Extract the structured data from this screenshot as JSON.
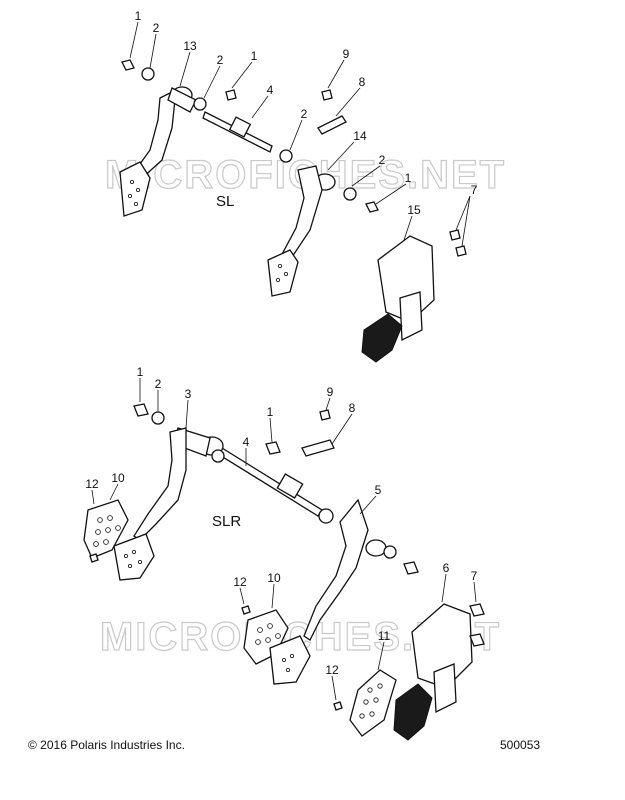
{
  "watermarks": [
    "MICROFICHES.NET",
    "MICROFICHES.NET"
  ],
  "sections": {
    "sl": "SL",
    "slr": "SLR"
  },
  "callouts": {
    "top": [
      "1",
      "2",
      "13",
      "2",
      "1",
      "4",
      "9",
      "8",
      "2",
      "14",
      "2",
      "1",
      "15",
      "7"
    ],
    "bottom": [
      "1",
      "2",
      "3",
      "1",
      "9",
      "8",
      "4",
      "12",
      "10",
      "5",
      "12",
      "10",
      "6",
      "7",
      "11",
      "12"
    ]
  },
  "footer": {
    "copyright": "© 2016 Polaris Industries Inc.",
    "diagram_id": "500053"
  }
}
